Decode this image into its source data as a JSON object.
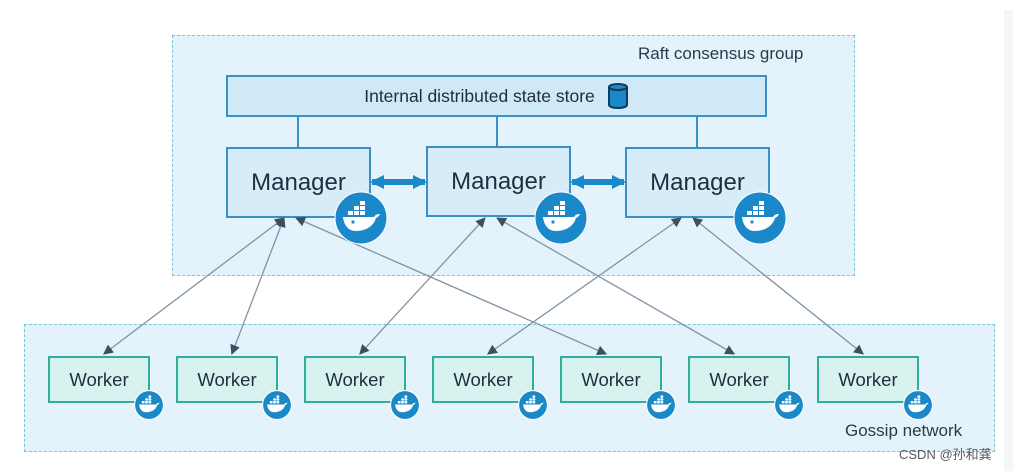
{
  "diagram": {
    "consensus_group": {
      "label": "Raft consensus group"
    },
    "gossip_network": {
      "label": "Gossip network"
    },
    "state_store": {
      "label": "Internal distributed state store",
      "icon": "database-icon"
    },
    "managers": [
      {
        "label": "Manager",
        "icon": "docker-whale-icon"
      },
      {
        "label": "Manager",
        "icon": "docker-whale-icon"
      },
      {
        "label": "Manager",
        "icon": "docker-whale-icon"
      }
    ],
    "workers": [
      {
        "label": "Worker",
        "icon": "docker-whale-icon"
      },
      {
        "label": "Worker",
        "icon": "docker-whale-icon"
      },
      {
        "label": "Worker",
        "icon": "docker-whale-icon"
      },
      {
        "label": "Worker",
        "icon": "docker-whale-icon"
      },
      {
        "label": "Worker",
        "icon": "docker-whale-icon"
      },
      {
        "label": "Worker",
        "icon": "docker-whale-icon"
      },
      {
        "label": "Worker",
        "icon": "docker-whale-icon"
      }
    ],
    "connections": [
      {
        "manager": 1,
        "worker": 1
      },
      {
        "manager": 1,
        "worker": 2
      },
      {
        "manager": 1,
        "worker": 5
      },
      {
        "manager": 2,
        "worker": 3
      },
      {
        "manager": 2,
        "worker": 6
      },
      {
        "manager": 3,
        "worker": 4
      },
      {
        "manager": 3,
        "worker": 7
      }
    ]
  },
  "watermark": "CSDN @孙和龚",
  "colors": {
    "accent": "#1a88c9",
    "manager_border": "#3a8fc4",
    "worker_border": "#2fae9c",
    "group_border": "#7ec3dc",
    "connector": "#7f94a6"
  }
}
